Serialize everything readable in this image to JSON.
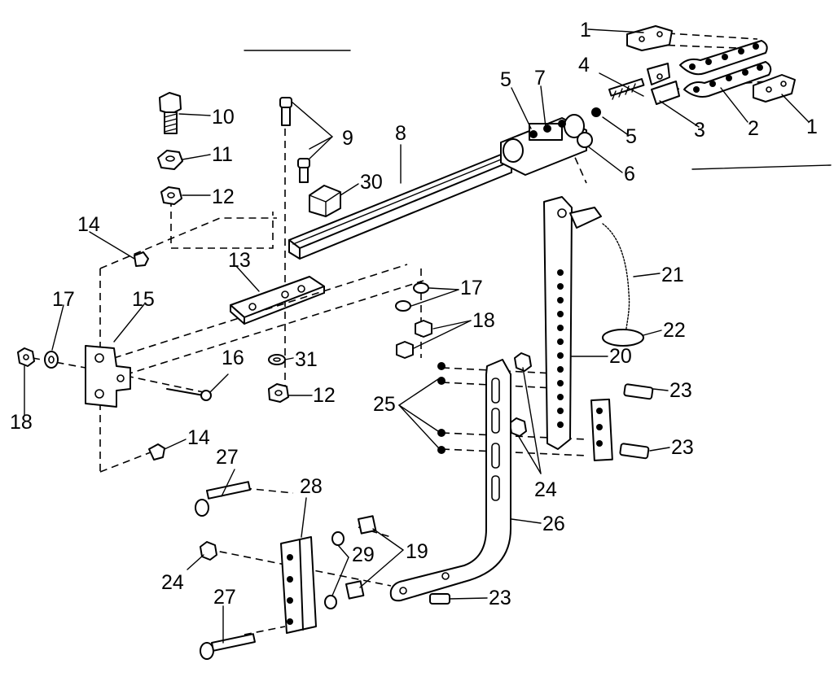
{
  "callouts": [
    {
      "key": "c1a",
      "text": "1"
    },
    {
      "key": "c1b",
      "text": "1"
    },
    {
      "key": "c2",
      "text": "2"
    },
    {
      "key": "c3",
      "text": "3"
    },
    {
      "key": "c4",
      "text": "4"
    },
    {
      "key": "c5a",
      "text": "5"
    },
    {
      "key": "c5b",
      "text": "5"
    },
    {
      "key": "c6",
      "text": "6"
    },
    {
      "key": "c7",
      "text": "7"
    },
    {
      "key": "c8",
      "text": "8"
    },
    {
      "key": "c9",
      "text": "9"
    },
    {
      "key": "c10",
      "text": "10"
    },
    {
      "key": "c11",
      "text": "11"
    },
    {
      "key": "c12a",
      "text": "12"
    },
    {
      "key": "c12b",
      "text": "12"
    },
    {
      "key": "c13",
      "text": "13"
    },
    {
      "key": "c14a",
      "text": "14"
    },
    {
      "key": "c14b",
      "text": "14"
    },
    {
      "key": "c15",
      "text": "15"
    },
    {
      "key": "c16",
      "text": "16"
    },
    {
      "key": "c17a",
      "text": "17"
    },
    {
      "key": "c17b",
      "text": "17"
    },
    {
      "key": "c18a",
      "text": "18"
    },
    {
      "key": "c18b",
      "text": "18"
    },
    {
      "key": "c19",
      "text": "19"
    },
    {
      "key": "c20",
      "text": "20"
    },
    {
      "key": "c21",
      "text": "21"
    },
    {
      "key": "c22",
      "text": "22"
    },
    {
      "key": "c23a",
      "text": "23"
    },
    {
      "key": "c23b",
      "text": "23"
    },
    {
      "key": "c23c",
      "text": "23"
    },
    {
      "key": "c24a",
      "text": "24"
    },
    {
      "key": "c24b",
      "text": "24"
    },
    {
      "key": "c25",
      "text": "25"
    },
    {
      "key": "c26",
      "text": "26"
    },
    {
      "key": "c27a",
      "text": "27"
    },
    {
      "key": "c27b",
      "text": "27"
    },
    {
      "key": "c28",
      "text": "28"
    },
    {
      "key": "c29",
      "text": "29"
    },
    {
      "key": "c30",
      "text": "30"
    },
    {
      "key": "c31",
      "text": "31"
    }
  ],
  "colors": {
    "ink": "#000000",
    "paper": "#ffffff"
  }
}
